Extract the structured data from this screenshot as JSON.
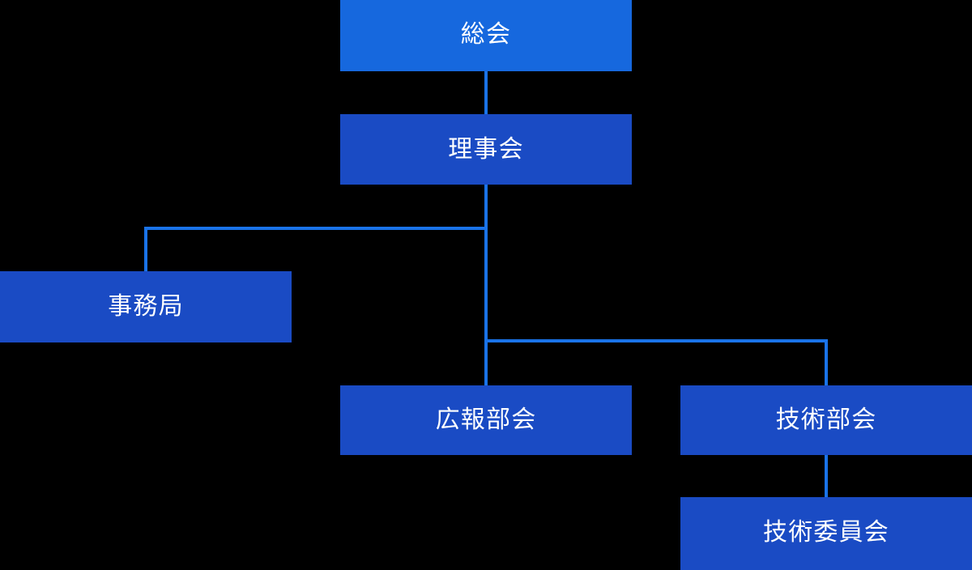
{
  "chart": {
    "type": "org-chart",
    "background_color": "#000000",
    "accent_color": "#1a73e8",
    "root_box_color": "#1668de",
    "box_color": "#1a4bc4",
    "text_color": "#ffffff",
    "nodes": [
      {
        "id": "general-assembly",
        "label": "総会",
        "level": 0,
        "parent": null,
        "box_color": "#1668de"
      },
      {
        "id": "board",
        "label": "理事会",
        "level": 1,
        "parent": "general-assembly",
        "box_color": "#1a4bc4"
      },
      {
        "id": "secretariat",
        "label": "事務局",
        "level": 2,
        "parent": "board",
        "box_color": "#1a4bc4"
      },
      {
        "id": "pr-division",
        "label": "広報部会",
        "level": 2,
        "parent": "board",
        "box_color": "#1a4bc4"
      },
      {
        "id": "tech-division",
        "label": "技術部会",
        "level": 2,
        "parent": "board",
        "box_color": "#1a4bc4"
      },
      {
        "id": "tech-committee",
        "label": "技術委員会",
        "level": 3,
        "parent": "tech-division",
        "box_color": "#1a4bc4"
      }
    ],
    "edges": [
      {
        "id": "assembly-board",
        "from": "general-assembly",
        "to": "board"
      },
      {
        "id": "board-secretariat",
        "from": "board",
        "to": "secretariat"
      },
      {
        "id": "board-pr-division",
        "from": "board",
        "to": "pr-division"
      },
      {
        "id": "board-tech-division",
        "from": "board",
        "to": "tech-division"
      },
      {
        "id": "techdiv-techcom",
        "from": "tech-division",
        "to": "tech-committee"
      }
    ]
  }
}
